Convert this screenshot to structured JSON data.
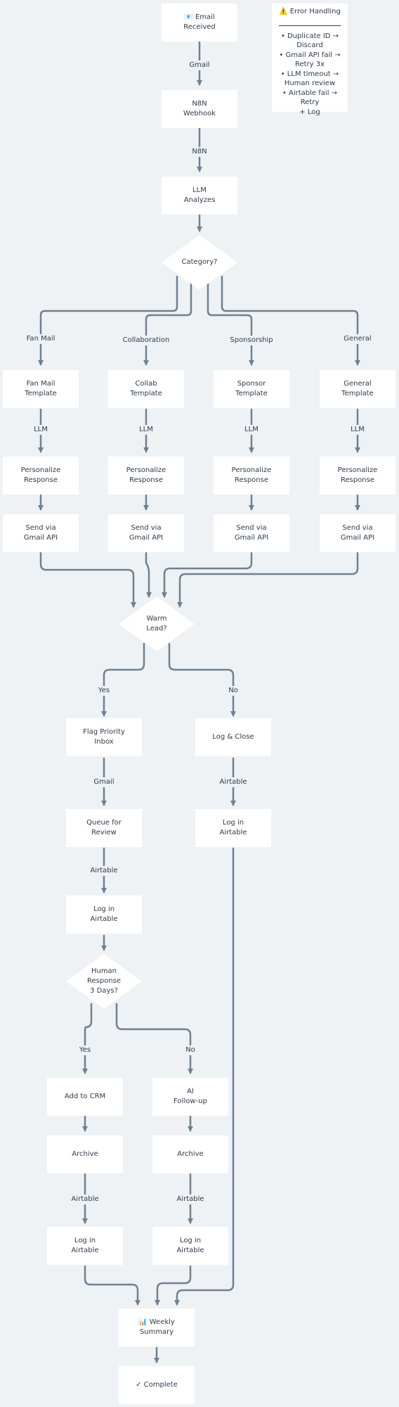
{
  "nodes": {
    "email_received": "📧 Email\nReceived",
    "n8n_webhook": "N8N\nWebhook",
    "llm_analyzes": "LLM\nAnalyzes",
    "category": "Category?",
    "fan_template": "Fan Mail\nTemplate",
    "collab_template": "Collab\nTemplate",
    "sponsor_template": "Sponsor\nTemplate",
    "general_template": "General\nTemplate",
    "personalize_fan": "Personalize\nResponse",
    "personalize_collab": "Personalize\nResponse",
    "personalize_sponsor": "Personalize\nResponse",
    "personalize_general": "Personalize\nResponse",
    "send_fan": "Send via\nGmail API",
    "send_collab": "Send via\nGmail API",
    "send_sponsor": "Send via\nGmail API",
    "send_general": "Send via\nGmail API",
    "warm_lead": "Warm\nLead?",
    "flag_priority": "Flag Priority\nInbox",
    "log_close": "Log & Close",
    "queue_review": "Queue for\nReview",
    "log_airtable_close": "Log in\nAirtable",
    "log_airtable_review": "Log in\nAirtable",
    "human_response": "Human\nResponse\n3 Days?",
    "add_crm": "Add to CRM",
    "ai_followup": "AI\nFollow-up",
    "archive_yes": "Archive",
    "archive_no": "Archive",
    "log_airtable_yes": "Log in\nAirtable",
    "log_airtable_no": "Log in\nAirtable",
    "weekly_summary": "📊 Weekly\nSummary",
    "complete": "✓ Complete"
  },
  "edge_labels": {
    "gmail_1": "Gmail",
    "n8n": "N8N",
    "fan_mail": "Fan Mail",
    "collaboration": "Collaboration",
    "sponsorship": "Sponsorship",
    "general": "General",
    "llm_fan": "LLM",
    "llm_collab": "LLM",
    "llm_sponsor": "LLM",
    "llm_general": "LLM",
    "yes_warm": "Yes",
    "no_warm": "No",
    "gmail_2": "Gmail",
    "airtable_close": "Airtable",
    "airtable_review": "Airtable",
    "yes_human": "Yes",
    "no_human": "No",
    "airtable_yes": "Airtable",
    "airtable_no": "Airtable"
  },
  "error_handling": {
    "title": "⚠️ Error Handling",
    "items": [
      "• Duplicate ID →\nDiscard",
      "• Gmail API fail →\nRetry 3x",
      "• LLM timeout →\nHuman review",
      "• Airtable fail → Retry\n+ Log"
    ]
  },
  "colors": {
    "background": "#eef2f5",
    "node_fill": "#ffffff",
    "edge": "#708090",
    "text": "#2f3b4a"
  }
}
